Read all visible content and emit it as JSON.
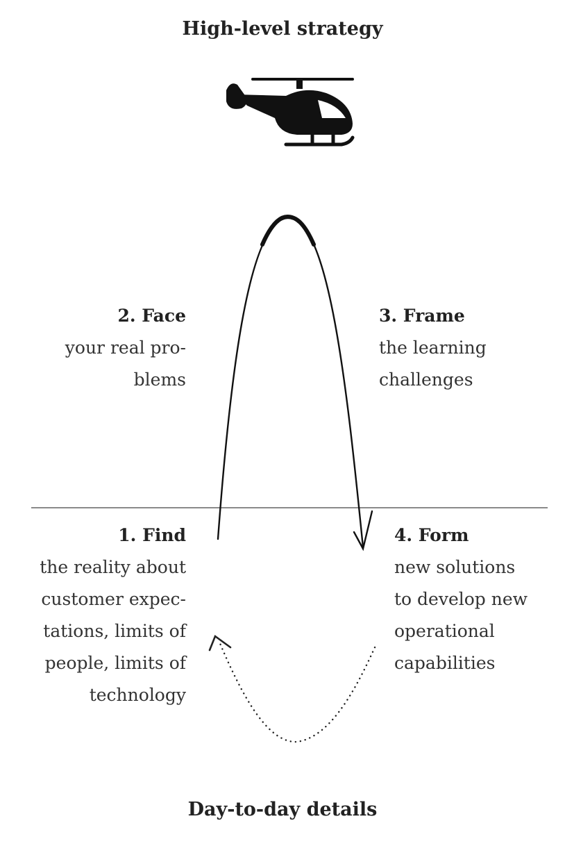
{
  "header": {
    "title": "High-level strategy"
  },
  "footer": {
    "title": "Day-to-day details"
  },
  "icons": {
    "top": "helicopter-icon"
  },
  "colors": {
    "ink": "#111111",
    "divider": "#444444",
    "text": "#333333"
  },
  "steps": {
    "face": {
      "title": "2. Face",
      "lines": [
        "your real pro-",
        "blems"
      ]
    },
    "frame": {
      "title": "3. Frame",
      "lines": [
        "the learning",
        "challenges"
      ]
    },
    "find": {
      "title": "1. Find",
      "lines": [
        "the reality about",
        "customer expec-",
        "tations, limits of",
        "people, limits of",
        "technology"
      ]
    },
    "form": {
      "title": "4. Form",
      "lines": [
        "new solutions",
        "to develop new",
        "operational",
        "capabilities"
      ]
    }
  }
}
